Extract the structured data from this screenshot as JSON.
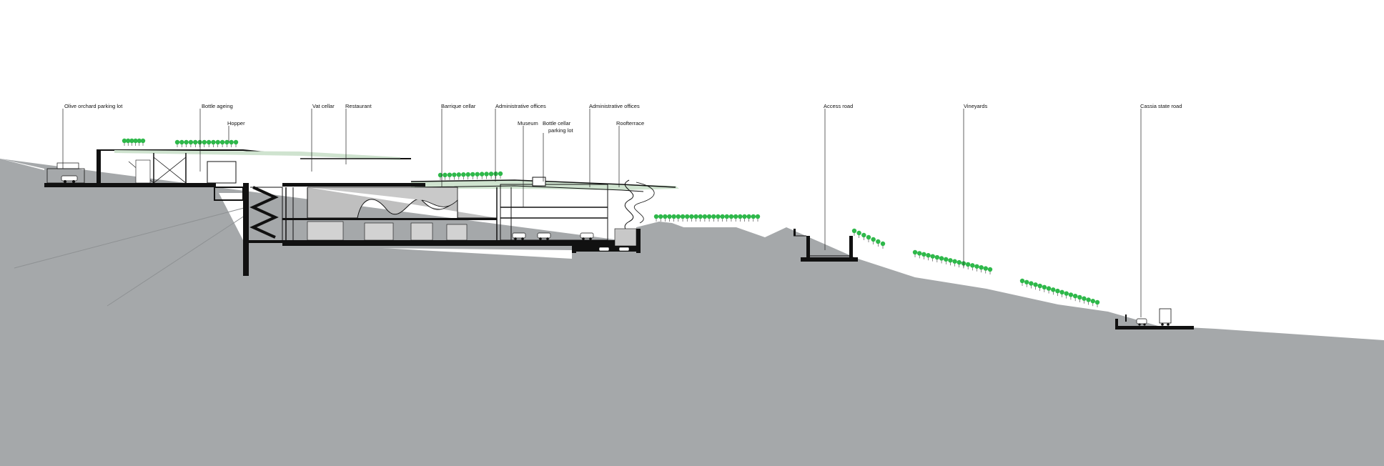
{
  "colors": {
    "ground": "#a5a8aa",
    "ink": "#111111",
    "vegetation": "#2eb84a",
    "green_roof": "#cfe3cf",
    "infill": "#bfbfbf",
    "background": "#ffffff"
  },
  "labels": [
    {
      "id": "olive-orchard-parking-lot",
      "text": "Olive orchard parking lot"
    },
    {
      "id": "bottle-ageing",
      "text": "Bottle ageing"
    },
    {
      "id": "hopper",
      "text": "Hopper"
    },
    {
      "id": "vat-cellar",
      "text": "Vat cellar"
    },
    {
      "id": "restaurant",
      "text": "Restaurant"
    },
    {
      "id": "barrique-cellar",
      "text": "Barrique cellar"
    },
    {
      "id": "administrative-offices-1",
      "text": "Administrative offices"
    },
    {
      "id": "museum",
      "text": "Museum"
    },
    {
      "id": "bottle-cellar-parking-lot",
      "text": "Bottle cellar",
      "text2": "parking lot"
    },
    {
      "id": "administrative-offices-2",
      "text": "Administrative offices"
    },
    {
      "id": "roof-terrace",
      "text": "Roofterrace"
    },
    {
      "id": "access-road",
      "text": "Access road"
    },
    {
      "id": "vineyards",
      "text": "Vineyards"
    },
    {
      "id": "cassia-state-road",
      "text": "Cassia state road"
    }
  ]
}
